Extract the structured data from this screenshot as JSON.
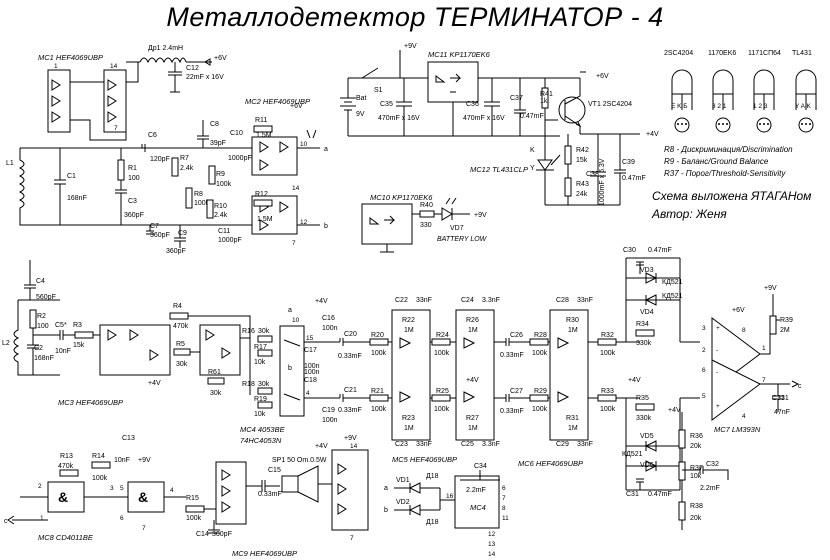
{
  "title": "Металлодетектор ТЕРМИНАТОР - 4",
  "chips": {
    "mc1": "MC1 HEF4069UBP",
    "mc2": "MC2 HEF4069UBP",
    "mc3": "MC3 HEF4069UBP",
    "mc4a": "MC4 4053BE",
    "mc4b": "74HC4053N",
    "mc5": "MC5 HEF4069UBP",
    "mc6": "MC6 HEF4069UBP",
    "mc7": "MC7 LM393N",
    "mc8": "MC8 CD4011BE",
    "mc9": "MC9 HEF4069UBP",
    "mc10": "MC10 KP1170EK6",
    "mc11": "MC11 KP1170EK6",
    "mc12": "MC12 TL431CLP",
    "mc4_small": "MC4"
  },
  "parts": {
    "dr1": "Др1 2.4mH",
    "c12": "C12",
    "c12v": "22mF x 16V",
    "pv6": "+6V",
    "pv9": "+9V",
    "pv4": "+4V",
    "c8": "C8",
    "c8v": "39pF",
    "c6": "C6",
    "c6v": "120pF",
    "r7": "R7",
    "r7v": "2.4k",
    "r9": "R9",
    "r9v": "100k",
    "r8": "R8",
    "r8v": "100k",
    "r10": "R10",
    "r10v": "2.4k",
    "r1": "R1",
    "r1v": "100",
    "c1": "C1",
    "c1v": "168nF",
    "c3": "C3",
    "c3v": "360pF",
    "c7": "C7",
    "c7v": "360pF",
    "c9": "C9",
    "c9v": "360pF",
    "l1": "L1",
    "c10": "C10",
    "c10v": "1000pF",
    "c11": "C11",
    "c11v": "1000pF",
    "r11": "R11",
    "r11v": "1.5M",
    "r12": "R12",
    "r12v": "1.5M",
    "a": "a",
    "b": "b",
    "c": "c",
    "bat": "Bat",
    "bat9": "9V",
    "s1": "S1",
    "c35": "C35",
    "c35v": "470mF x 16V",
    "c36": "C36",
    "c36v": "470mF x 16V",
    "c37": "C37",
    "c37v": "0.47mF",
    "r41": "R41",
    "r41v": "1k",
    "vt1": "VT1 2SC4204",
    "r42": "R42",
    "r42v": "15k",
    "r43": "R43",
    "r43v": "24k",
    "c38": "C38",
    "c38v": "1000mF x 6.3V",
    "c39": "C39",
    "c39v": "0.47mF",
    "k": "K",
    "y": "Y",
    "r40": "R40",
    "r40v": "330",
    "vd7": "VD7",
    "battlow": "BATTERY LOW",
    "c4": "C4",
    "c4v": "560pF",
    "r2": "R2",
    "r2v": "100",
    "c2": "C2",
    "c2v": "168nF",
    "l2": "L2",
    "c5": "C5*",
    "c5v": "10nF",
    "r3": "R3",
    "r3v": "15k",
    "r4": "R4",
    "r4v": "470k",
    "r5": "R5",
    "r5v": "30k",
    "r61": "R61",
    "r61v": "30k",
    "r16": "R16",
    "r16v": "30k",
    "r17": "R17",
    "r17v": "10k",
    "r18": "R18",
    "r18v": "30k",
    "r19": "R19",
    "r19v": "10k",
    "c16": "C16",
    "c16v": "100n",
    "c17": "C17",
    "c17v": "100n",
    "c18": "C18",
    "c18v": "100n",
    "c19": "C19",
    "c19v": "100n",
    "c20": "C20",
    "c20v": "0.33mF",
    "c21": "C21",
    "c21v": "0.33mF",
    "r20": "R20",
    "r20v": "100k",
    "r21": "R21",
    "r21v": "100k",
    "c22": "C22",
    "c22v": "33nF",
    "c23": "C23",
    "c23v": "33nF",
    "c24": "C24",
    "c24v": "3.3nF",
    "c25": "C25",
    "c25v": "3.3nF",
    "r22": "R22",
    "r23": "R23",
    "r26": "R26",
    "r27": "R27",
    "r1m": "1M",
    "r24": "R24",
    "r24v": "100k",
    "r25": "R25",
    "r25v": "100k",
    "c26": "C26",
    "c26v": "0.33mF",
    "c27": "C27",
    "c27v": "0.33mF",
    "r28": "R28",
    "r28v": "100k",
    "r29": "R29",
    "r29v": "100k",
    "c28": "C28",
    "c28v": "33nF",
    "c29": "C29",
    "c29v": "33nF",
    "r30": "R30",
    "r31": "R31",
    "r32": "R32",
    "r32v": "100k",
    "r33": "R33",
    "r33v": "100k",
    "c30": "C30",
    "c30v": "0.47mF",
    "c31": "C31",
    "c31v": "0.47mF",
    "vd3": "VD3",
    "vd4": "VD4",
    "vd5": "VD5",
    "vd6": "VD6",
    "kd521": "КД521",
    "r34": "R34",
    "r34v": "330k",
    "r35": "R35",
    "r35v": "330k",
    "r39": "R39",
    "r39v": "2M",
    "c331": "C331",
    "c331v": "47nF",
    "r36": "R36",
    "r36v": "20k",
    "r37": "R37",
    "r37v": "10k",
    "r38": "R38",
    "r38v": "20k",
    "c32": "C32",
    "c32v": "2.2mF",
    "r13": "R13",
    "r13v": "470k",
    "r14": "R14",
    "r14v": "100k",
    "c13": "C13",
    "c13v": "10nF",
    "r15": "R15",
    "r15v": "100k",
    "c14": "C14",
    "c14v": "360pF",
    "c15": "C15",
    "c15v": "0.33mF",
    "sp1": "SP1 50 Om.0.5W",
    "c34": "C34",
    "c34v": "2.2mF",
    "d18a": "Д18",
    "d18b": "Д18",
    "vd1": "VD1",
    "vd2": "VD2"
  },
  "pinouts": {
    "t1": "2SC4204",
    "t2": "1170EK6",
    "t3": "1171CП64",
    "t4": "TL431",
    "p1": "E K Б",
    "p2": "3 2 1",
    "p3": "1 2 3",
    "p4": "Y A K"
  },
  "notes": [
    "R8 - Дискриминация/Discrimination",
    "R9 - Баланс/Ground Balance",
    "R37 - Порог/Threshold-Sensitivity"
  ],
  "credits": {
    "line1": "Схема выложена ЯТАГАНом",
    "line2": "Автор: Женя"
  }
}
